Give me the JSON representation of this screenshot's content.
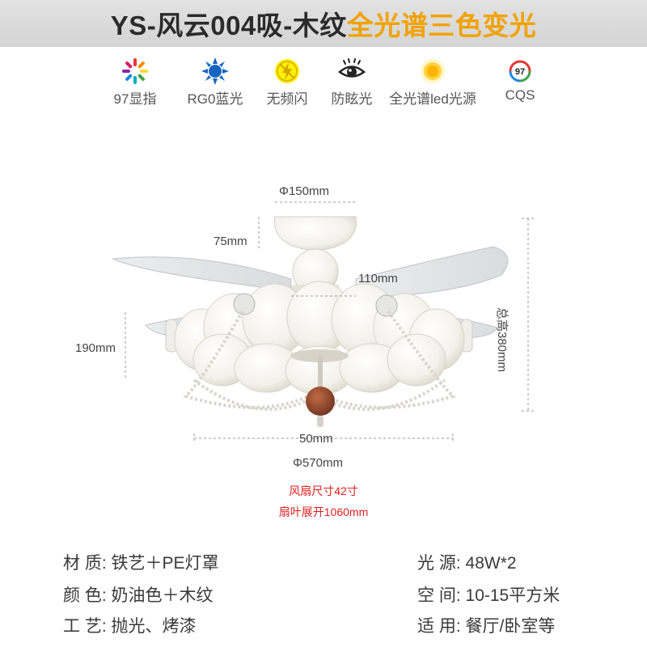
{
  "header": {
    "title_main": "YS-风云004吸-木纹",
    "title_accent": "全光谱三色变光",
    "colors": {
      "dark": "#2b2b2b",
      "accent": "#f2a100"
    }
  },
  "features": [
    {
      "icon": "color-wheel-icon",
      "label": "97显指"
    },
    {
      "icon": "sun-icon",
      "label": "RG0蓝光"
    },
    {
      "icon": "no-flicker-icon",
      "label": "无频闪"
    },
    {
      "icon": "eye-icon",
      "label": "防眩光"
    },
    {
      "icon": "glowing-bulb-icon",
      "label": "全光谱led光源"
    },
    {
      "icon": "cqs-badge-icon",
      "label": "CQS",
      "badge_text": "97"
    }
  ],
  "dimensions": {
    "top_diameter": "Φ150mm",
    "canopy_height": "75mm",
    "neck_width": "110mm",
    "body_height": "190mm",
    "total_height": "总高380mm",
    "bottom_width": "50mm",
    "body_diameter": "Φ570mm"
  },
  "notes": {
    "fan_size": "风扇尺寸42寸",
    "blade_span": "扇叶展开1060mm"
  },
  "specs": {
    "material": {
      "key": "材 质:",
      "value": "铁艺＋PE灯罩"
    },
    "color": {
      "key": "颜 色:",
      "value": "奶油色＋木纹"
    },
    "craft": {
      "key": "工 艺:",
      "value": "抛光、烤漆"
    },
    "light": {
      "key": "光 源:",
      "value": "48W*2"
    },
    "space": {
      "key": "空 间:",
      "value": "10-15平方米"
    },
    "usage": {
      "key": "适 用:",
      "value": "餐厅/卧室等"
    }
  }
}
